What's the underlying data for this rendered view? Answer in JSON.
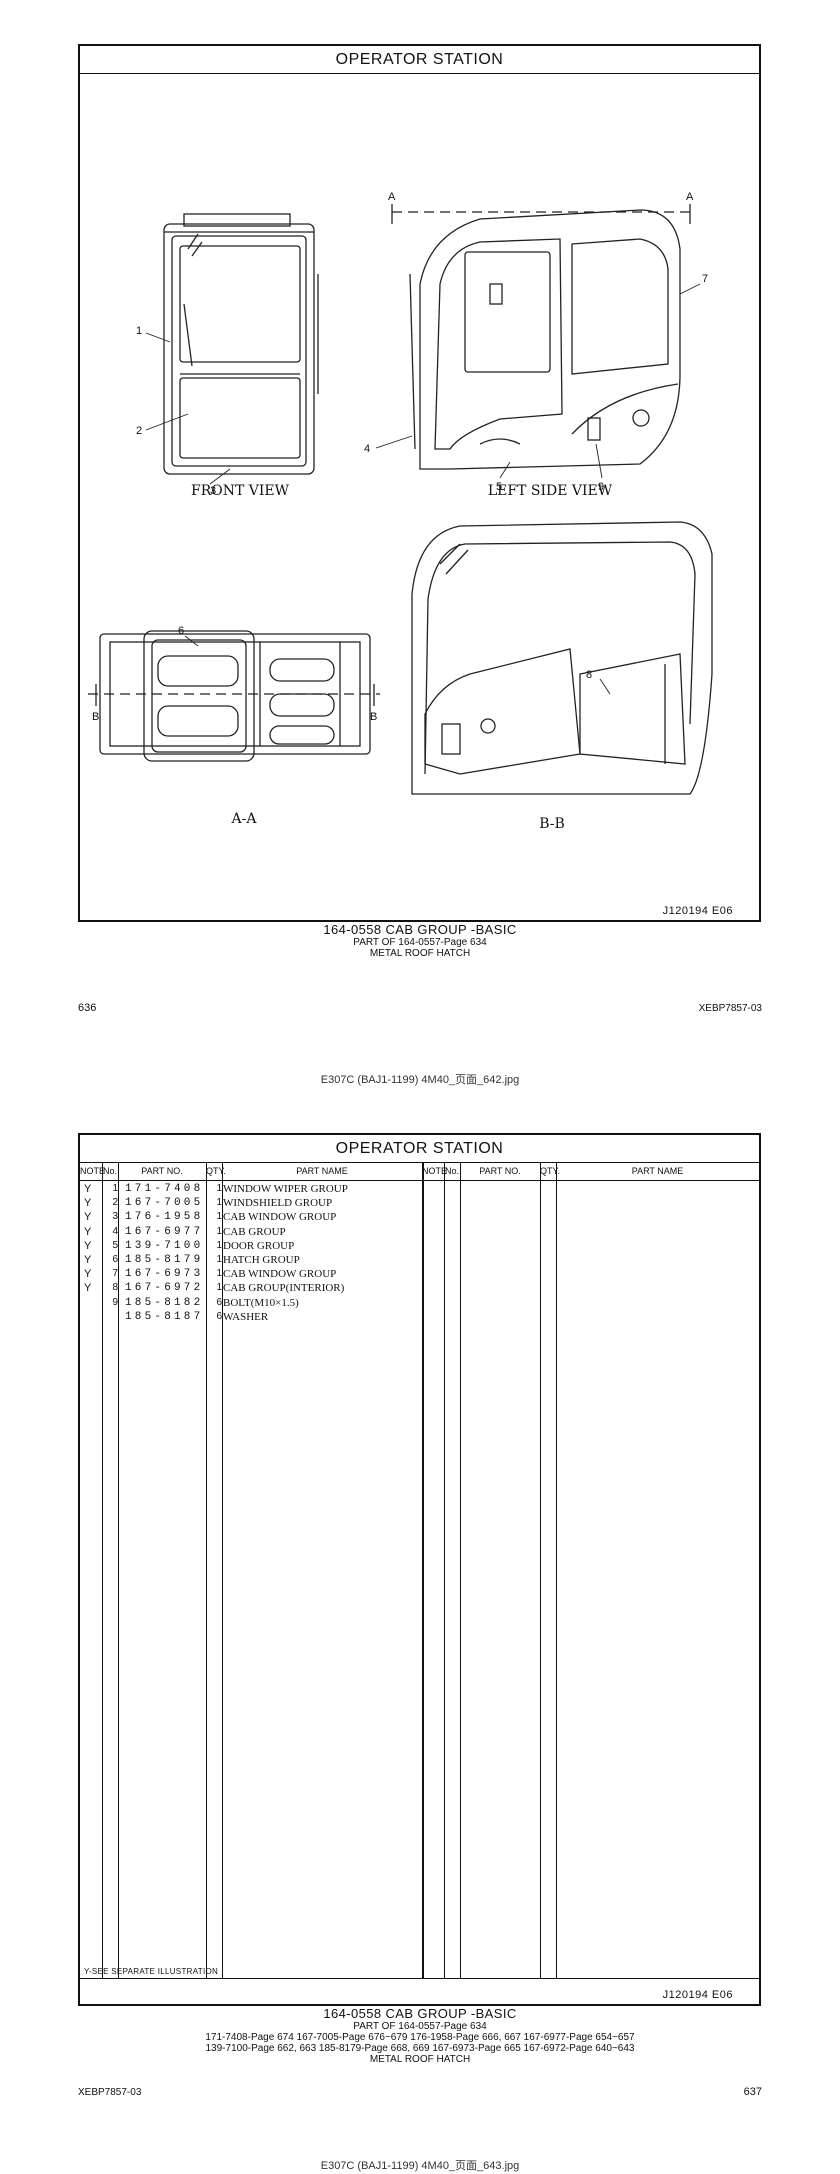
{
  "page1": {
    "title": "OPERATOR STATION",
    "code": "J120194  E06",
    "views": {
      "front": "FRONT VIEW",
      "left_side": "LEFT SIDE VIEW",
      "section_aa": "A-A",
      "section_bb": "B-B"
    },
    "callouts": [
      "1",
      "2",
      "3",
      "4",
      "5",
      "6",
      "7",
      "8",
      "9"
    ],
    "section_markers": {
      "a": "A",
      "b": "B"
    },
    "caption_main": "164-0558 CAB GROUP -BASIC",
    "caption_sub1": "PART OF 164-0557-Page 634",
    "caption_sub2": "METAL ROOF HATCH",
    "page_left": "636",
    "page_right": "XEBP7857-03",
    "file_name": "E307C (BAJ1-1199) 4M40_页面_642.jpg"
  },
  "page2": {
    "title": "OPERATOR STATION",
    "headers": {
      "note": "NOTE",
      "no": "No.",
      "part_no": "PART NO.",
      "qty": "QTY.",
      "part_name": "PART NAME"
    },
    "rows": [
      {
        "note": "Y",
        "no": "1",
        "part": "171-7408",
        "qty": "1",
        "name": "WINDOW WIPER GROUP"
      },
      {
        "note": "Y",
        "no": "2",
        "part": "167-7005",
        "qty": "1",
        "name": "WINDSHIELD GROUP"
      },
      {
        "note": "Y",
        "no": "3",
        "part": "176-1958",
        "qty": "1",
        "name": "CAB WINDOW GROUP"
      },
      {
        "note": "Y",
        "no": "4",
        "part": "167-6977",
        "qty": "1",
        "name": "CAB GROUP"
      },
      {
        "note": "Y",
        "no": "5",
        "part": "139-7100",
        "qty": "1",
        "name": "DOOR GROUP"
      },
      {
        "note": "Y",
        "no": "6",
        "part": "185-8179",
        "qty": "1",
        "name": "HATCH GROUP"
      },
      {
        "note": "Y",
        "no": "7",
        "part": "167-6973",
        "qty": "1",
        "name": "CAB WINDOW GROUP"
      },
      {
        "note": "Y",
        "no": "8",
        "part": "167-6972",
        "qty": "1",
        "name": "CAB GROUP(INTERIOR)"
      },
      {
        "note": "",
        "no": "9",
        "part": "185-8182",
        "qty": "6",
        "name": "BOLT(M10×1.5)"
      },
      {
        "note": "",
        "no": "",
        "part": "185-8187",
        "qty": "6",
        "name": "WASHER"
      }
    ],
    "footnote": "Y-SEE SEPARATE ILLUSTRATION",
    "code": "J120194  E06",
    "caption_main": "164-0558 CAB GROUP -BASIC",
    "caption_sub1": "PART OF 164-0557-Page 634",
    "caption_sub2": "171-7408-Page 674 167-7005-Page 676~679 176-1958-Page 666, 667 167-6977-Page 654~657",
    "caption_sub3": "139-7100-Page 662, 663 185-8179-Page 668, 669 167-6973-Page 665 167-6972-Page 640~643",
    "caption_sub4": "METAL ROOF HATCH",
    "page_left": "XEBP7857-03",
    "page_right": "637",
    "file_name": "E307C (BAJ1-1199) 4M40_页面_643.jpg"
  }
}
